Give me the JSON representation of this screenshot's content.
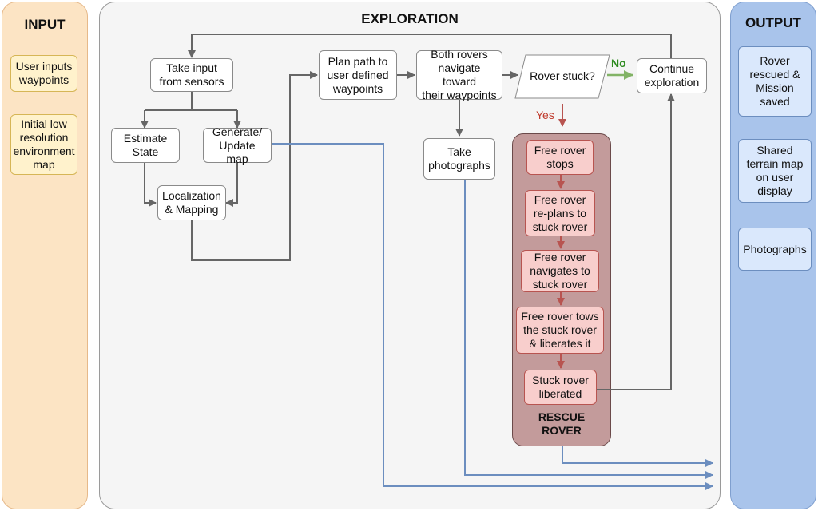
{
  "lanes": {
    "input": "INPUT",
    "exploration": "EXPLORATION",
    "output": "OUTPUT"
  },
  "input_items": [
    "User inputs\nwaypoints",
    "Initial low\nresolution\nenvironment\nmap"
  ],
  "output_items": [
    "Rover\nrescued &\nMission\nsaved",
    "Shared\nterrain map\non user\ndisplay",
    "Photographs"
  ],
  "nodes": {
    "take_input": "Take input\nfrom sensors",
    "estimate_state": "Estimate\nState",
    "generate_map": "Generate/\nUpdate map",
    "localization": "Localization\n& Mapping",
    "plan_path": "Plan path to\nuser defined\nwaypoints",
    "both_rovers": "Both rovers\nnavigate toward\ntheir waypoints",
    "rover_stuck": "Rover stuck?",
    "continue": "Continue\nexploration",
    "take_photos": "Take\nphotographs"
  },
  "rescue": {
    "title": "RESCUE\nROVER",
    "steps": [
      "Free rover\nstops",
      "Free rover\nre-plans to\nstuck rover",
      "Free rover\nnavigates to\nstuck rover",
      "Free rover tows\nthe stuck rover\n& liberates it",
      "Stuck rover\nliberated"
    ]
  },
  "edge_labels": {
    "yes": "Yes",
    "no": "No"
  },
  "colors": {
    "input_lane": "#fce4c4",
    "exploration_lane": "#f5f5f5",
    "output_lane": "#a9c4eb",
    "rescue_panel": "#c39b9b",
    "gray_arrow": "#666666",
    "blue_arrow": "#6c8ebf",
    "red_arrow": "#b85450",
    "green_arrow": "#82b366"
  }
}
